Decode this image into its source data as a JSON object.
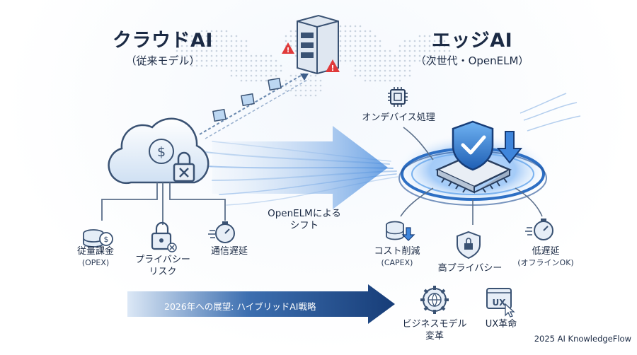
{
  "cloud": {
    "title": "クラウドAI",
    "subtitle": "（従来モデル）",
    "items": [
      {
        "label": "従量課金",
        "sub": "(OPEX)",
        "icon": "coin-stack-icon"
      },
      {
        "label": "プライバシー",
        "label2": "リスク",
        "icon": "padlock-x-icon"
      },
      {
        "label": "通信遅延",
        "icon": "stopwatch-icon"
      }
    ]
  },
  "edge": {
    "title": "エッジAI",
    "subtitle": "（次世代・OpenELM）",
    "top_item": {
      "label": "オンデバイス処理",
      "icon": "microchip-icon"
    },
    "items": [
      {
        "label": "コスト削減",
        "sub": "(CAPEX)",
        "icon": "database-download-icon"
      },
      {
        "label": "高プライバシー",
        "icon": "shield-lock-icon"
      },
      {
        "label": "低遅延",
        "sub": "(オフラインOK)",
        "icon": "stopwatch-icon"
      }
    ]
  },
  "shift": {
    "line1": "OpenELMによる",
    "line2": "シフト"
  },
  "banner": {
    "text": "2026年への展望: ハイブリッドAI戦略"
  },
  "outcomes": [
    {
      "label": "ビジネスモデル",
      "label2": "変革",
      "icon": "gear-globe-icon"
    },
    {
      "label": "UX革命",
      "icon": "ux-window-icon"
    }
  ],
  "footer": "2025 AI KnowledgeFlow",
  "colors": {
    "primary": "#1f5fa8",
    "dark": "#1b2a44",
    "alert": "#e03a3a",
    "glow": "#4aa3ff"
  }
}
